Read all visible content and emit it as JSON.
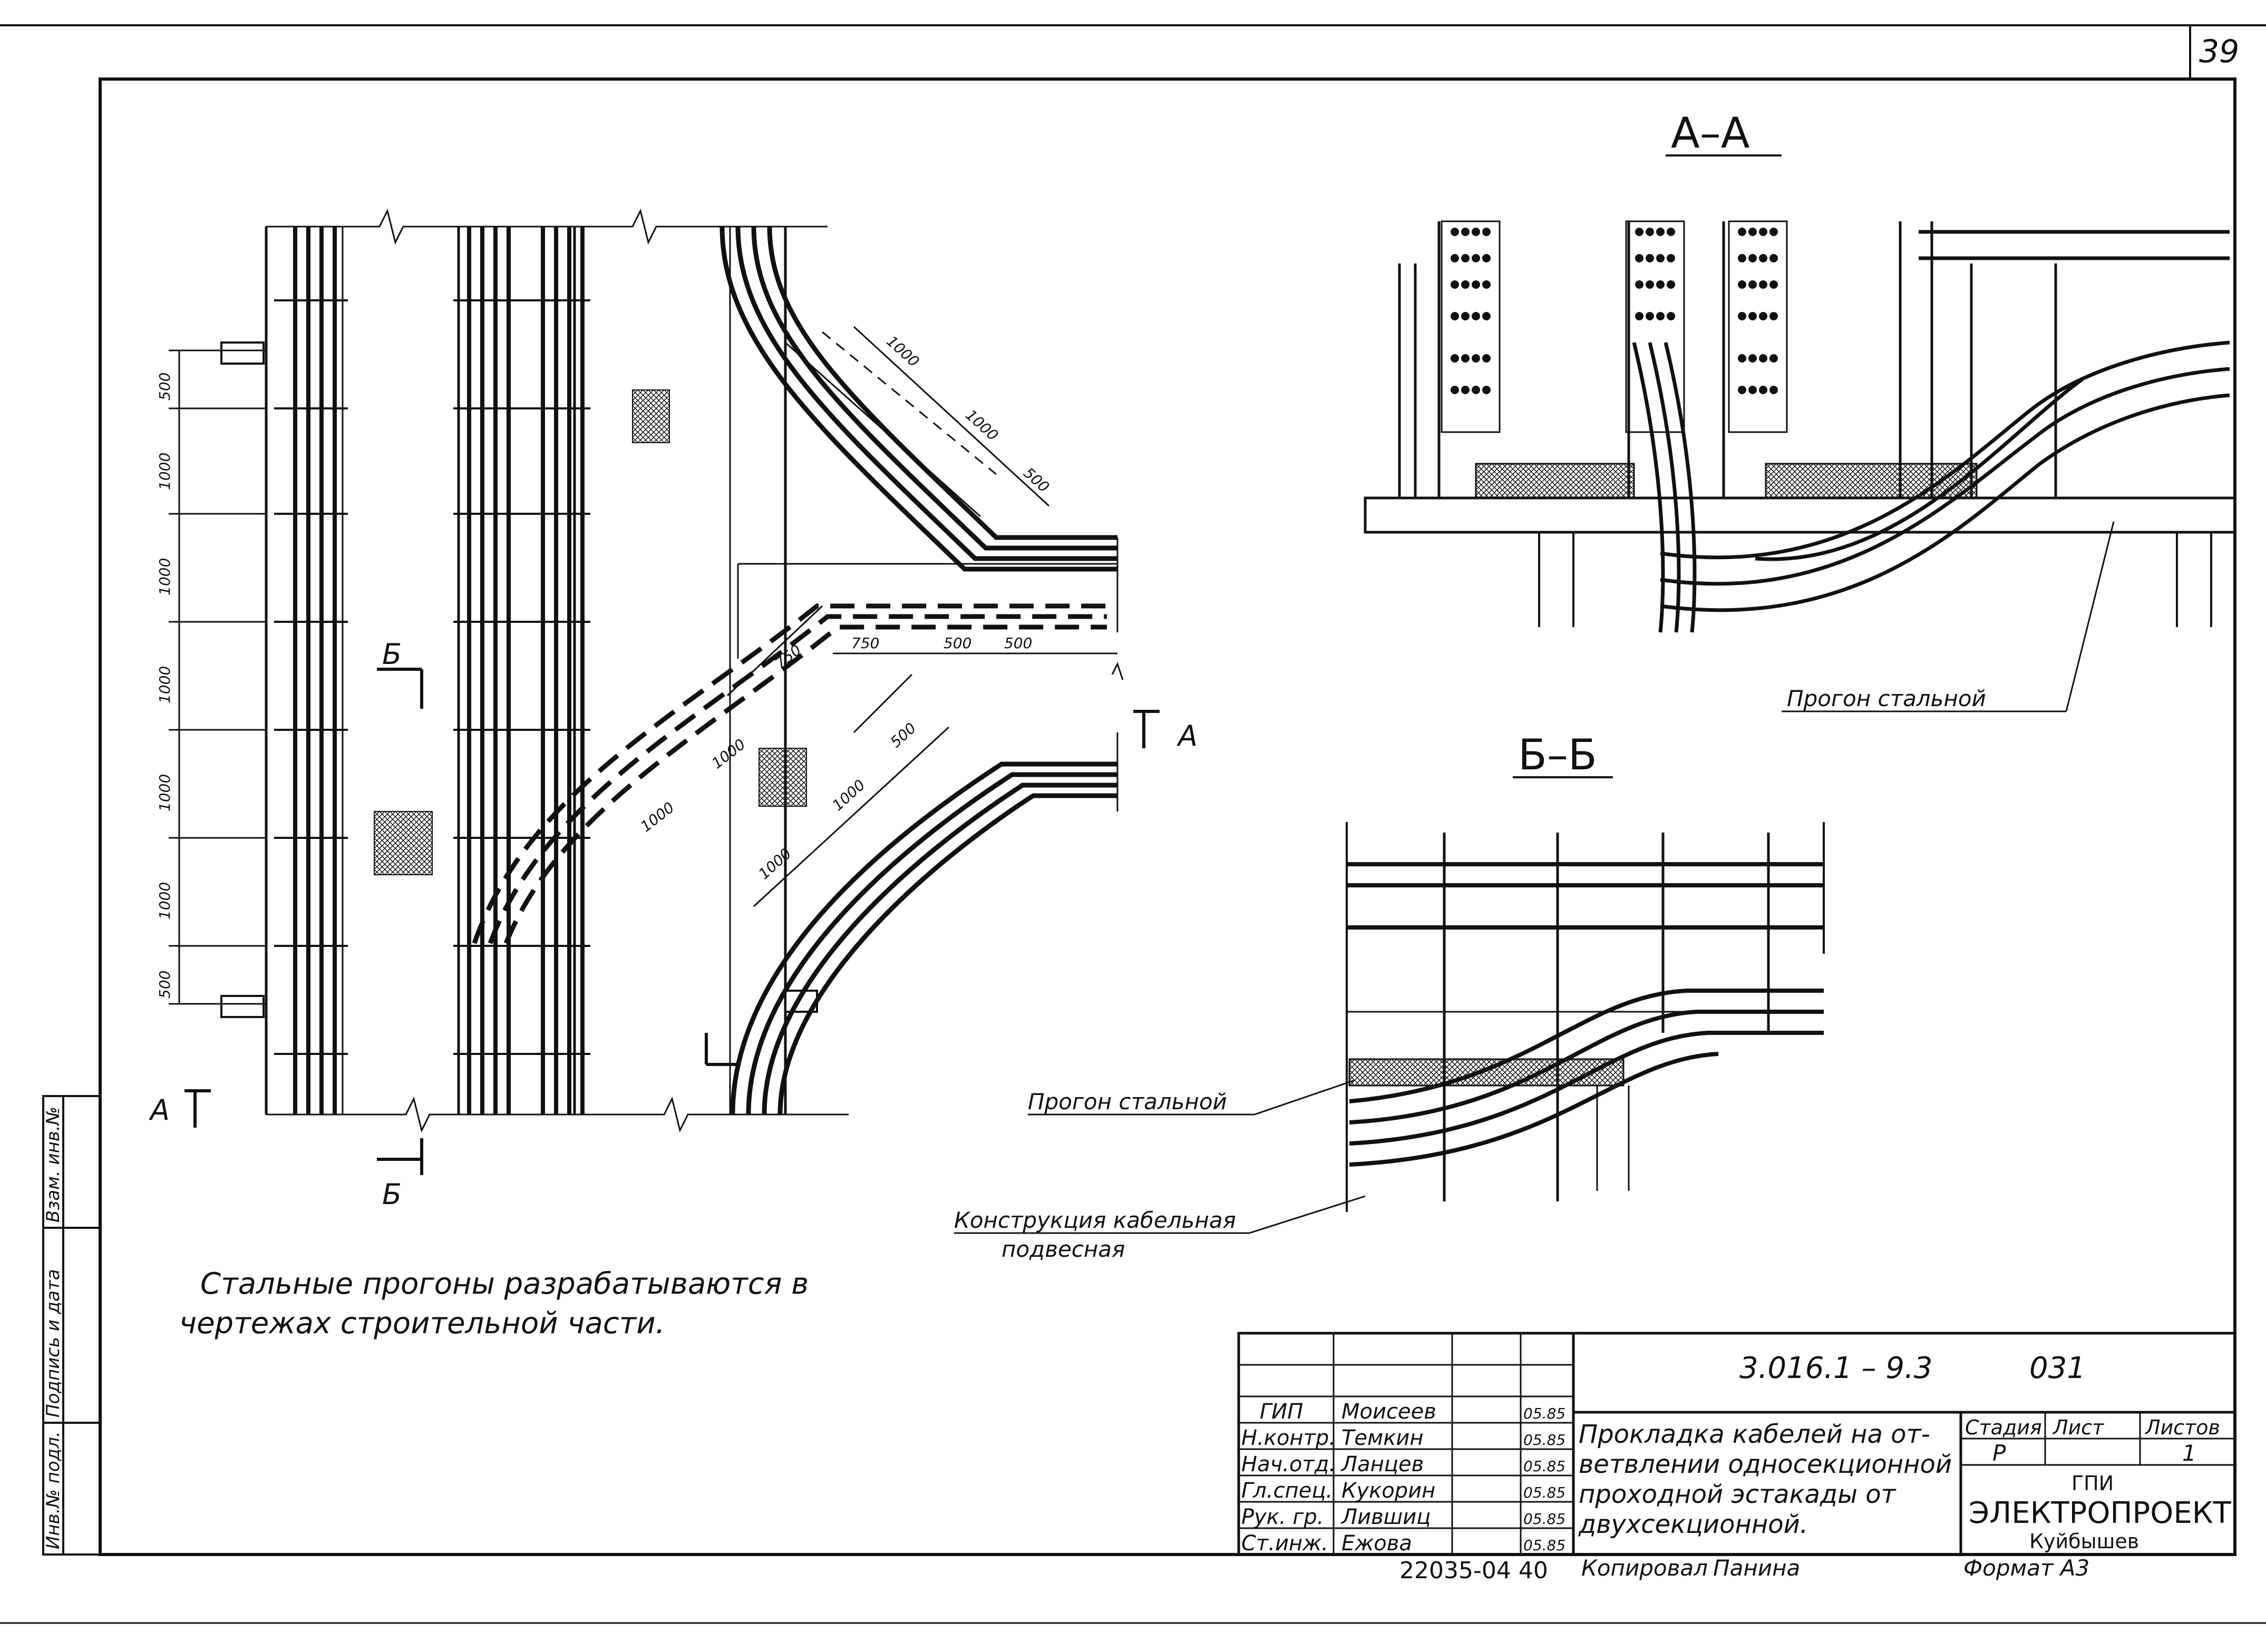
{
  "sheet_number": "39",
  "section_labels": {
    "aa_title": "А–А",
    "bb_title": "Б–Б",
    "cut_a_right": "А",
    "cut_a_left": "А",
    "cut_b_top": "Б",
    "cut_b_bottom": "Б"
  },
  "plan_dimensions": {
    "left_column": [
      "500",
      "1000",
      "1000",
      "1000",
      "1000",
      "1000",
      "500"
    ],
    "upper_branch": [
      "1000",
      "1000",
      "500"
    ],
    "middle_branch": [
      "1000",
      "1000",
      "750"
    ],
    "middle_horizontal": [
      "750",
      "500",
      "500"
    ],
    "lower_branch": [
      "1000",
      "1000",
      "500"
    ]
  },
  "callouts": {
    "purlin_aa": "Прогон стальной",
    "purlin_bb": "Прогон стальной",
    "hanger_line1": "Конструкция кабельная",
    "hanger_line2": "подвесная"
  },
  "note": {
    "line1": "Стальные прогоны разрабатываются в",
    "line2": "чертежах строительной части."
  },
  "side_stamp": {
    "col1": "Инв.№ подл.",
    "col2": "Подпись и дата",
    "col3": "Взам. инв.№"
  },
  "title_block": {
    "doc_code": "3.016.1 – 9.3",
    "sheet_code": "031",
    "staff": [
      {
        "role": "ГИП",
        "name": "Моисеев",
        "date": "05.85"
      },
      {
        "role": "Н.контр.",
        "name": "Темкин",
        "date": "05.85"
      },
      {
        "role": "Нач.отд.",
        "name": "Ланцев",
        "date": "05.85"
      },
      {
        "role": "Гл.спец.",
        "name": "Кукорин",
        "date": "05.85"
      },
      {
        "role": "Рук. гр.",
        "name": "Лившиц",
        "date": "05.85"
      },
      {
        "role": "Ст.инж.",
        "name": "Ежова",
        "date": "05.85"
      }
    ],
    "title_lines": [
      "Прокладка кабелей на от-",
      "ветвлении односекционной",
      "проходной эстакады от",
      "двухсекционной."
    ],
    "stage_header": "Стадия",
    "sheet_header": "Лист",
    "sheets_header": "Листов",
    "stage_value": "Р",
    "sheet_value": "",
    "sheets_value": "1",
    "org_top": "ГПИ",
    "org_name": "ЭЛЕКТРОПРОЕКТ",
    "org_city": "Куйбышев",
    "copied_label": "Копировал",
    "copied_name": "Панина",
    "format_label": "Формат А3",
    "archive_number": "22035-04 40"
  }
}
